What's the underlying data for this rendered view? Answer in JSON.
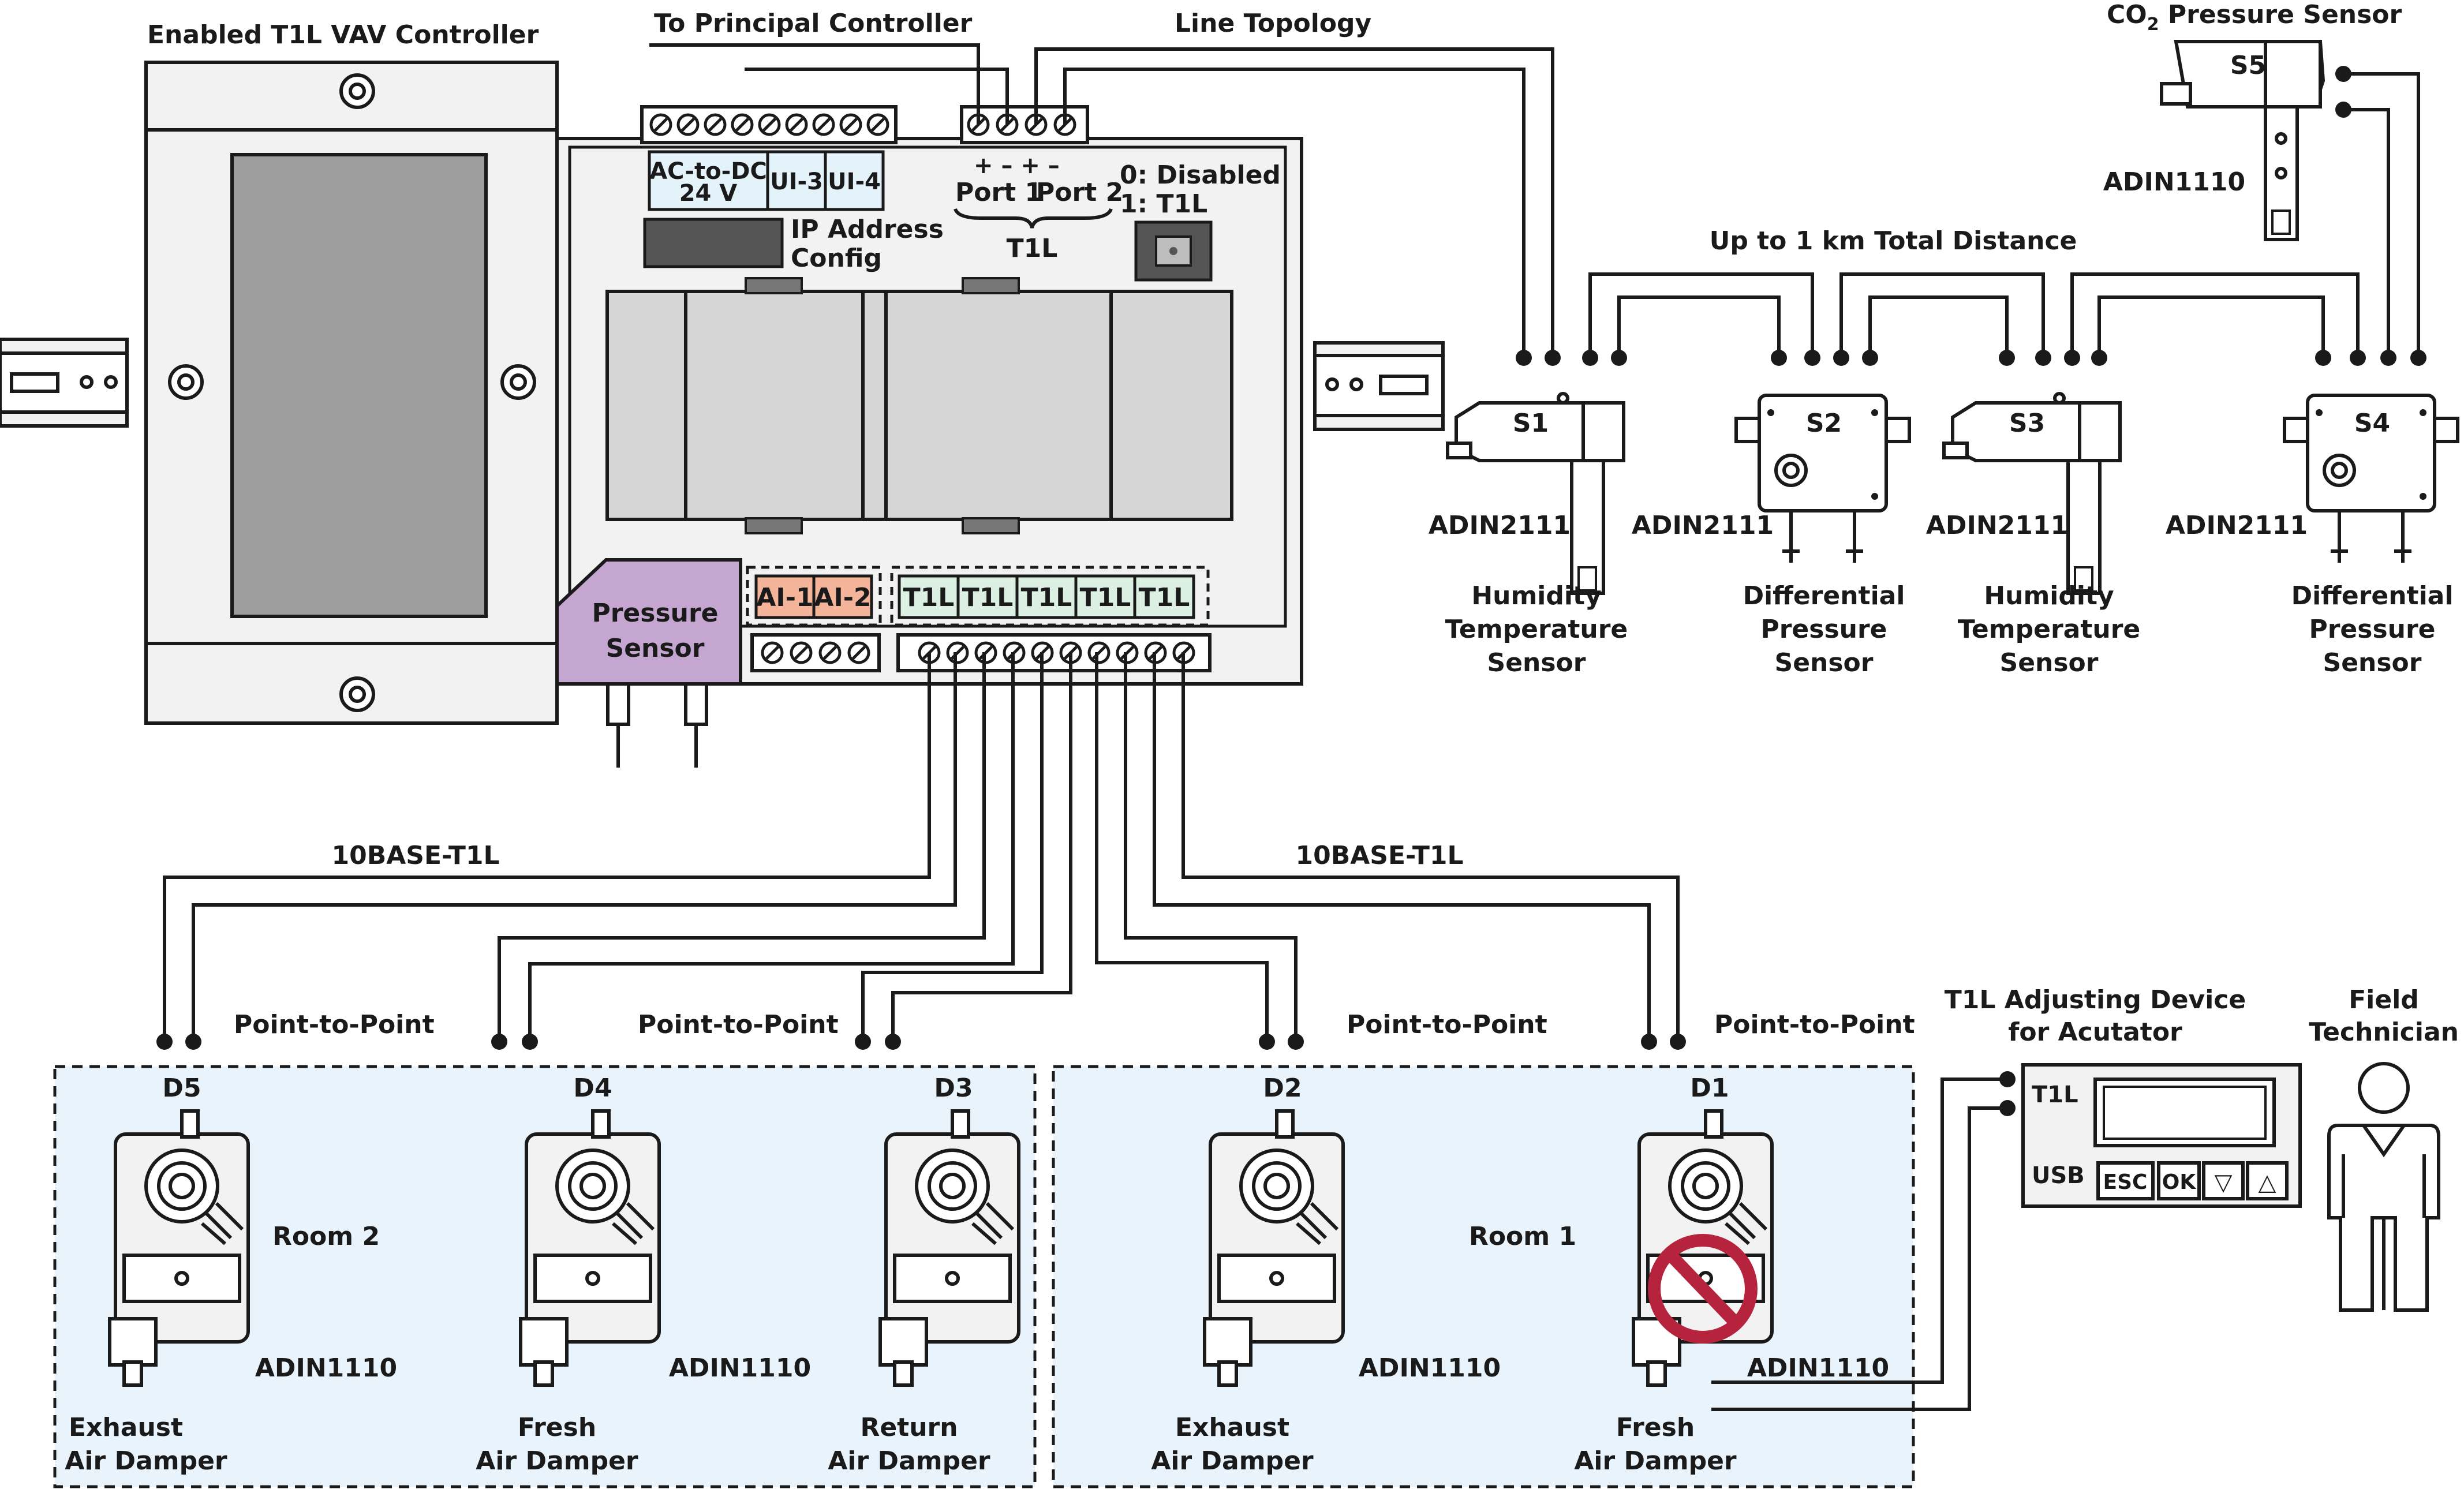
{
  "controller": {
    "title": "Enabled T1L VAV Controller",
    "ac_dc_line1": "AC-to-DC",
    "ac_dc_line2": "24 V",
    "ui3": "UI-3",
    "ui4": "UI-4",
    "ip_line1": "IP Address",
    "ip_line2": "Config",
    "port1": "Port 1",
    "port2": "Port 2",
    "port_polarity": "+ – + –",
    "t1l_group": "T1L",
    "switch_line1": "0: Disabled",
    "switch_line2": "1: T1L",
    "pressure_line1": "Pressure",
    "pressure_line2": "Sensor",
    "ai1": "AI-1",
    "ai2": "AI-2",
    "t1l_ports": [
      "T1L",
      "T1L",
      "T1L",
      "T1L",
      "T1L"
    ]
  },
  "top_labels": {
    "principal": "To Principal Controller",
    "line_topology": "Line Topology",
    "distance": "Up to 1 km Total Distance"
  },
  "sensors": [
    {
      "id": "S1",
      "chip": "ADIN2111",
      "lines": [
        "Humidity",
        "Temperature",
        "Sensor"
      ]
    },
    {
      "id": "S2",
      "chip": "ADIN2111",
      "lines": [
        "Differential",
        "Pressure",
        "Sensor"
      ]
    },
    {
      "id": "S3",
      "chip": "ADIN2111",
      "lines": [
        "Humidity",
        "Temperature",
        "Sensor"
      ]
    },
    {
      "id": "S4",
      "chip": "ADIN2111",
      "lines": [
        "Differential",
        "Pressure",
        "Sensor"
      ]
    }
  ],
  "co2_sensor": {
    "id": "S5",
    "title_main": "CO",
    "title_sub": "2",
    "title_rest": " Pressure Sensor",
    "chip": "ADIN1110"
  },
  "links": {
    "left": "10BASE-T1L",
    "right": "10BASE-T1L",
    "p2p": [
      "Point-to-Point",
      "Point-to-Point",
      "Point-to-Point",
      "Point-to-Point"
    ]
  },
  "rooms": {
    "room2": "Room 2",
    "room1": "Room 1"
  },
  "dampers": [
    {
      "id": "D5",
      "chip": "",
      "lines": [
        "Exhaust",
        "Air Damper"
      ]
    },
    {
      "id": "D4",
      "chip": "ADIN1110",
      "lines": [
        "Fresh",
        "Air Damper"
      ]
    },
    {
      "id": "D3",
      "chip": "",
      "lines": [
        "Return",
        "Air Damper"
      ]
    },
    {
      "id": "D2",
      "chip": "ADIN1110",
      "lines": [
        "Exhaust",
        "Air Damper"
      ]
    },
    {
      "id": "D1",
      "chip": "ADIN1110",
      "lines": [
        "Fresh",
        "Air Damper"
      ]
    }
  ],
  "room2_chip": "ADIN1110",
  "adjuster": {
    "title_line1": "T1L Adjusting Device",
    "title_line2": "for Acutator",
    "t1l": "T1L",
    "usb": "USB",
    "esc": "ESC",
    "ok": "OK",
    "down": "▽",
    "up": "△"
  },
  "technician": {
    "line1": "Field",
    "line2": "Technician"
  },
  "colors": {
    "t1l_green": "#dcefe3",
    "ai_orange": "#f4b49a",
    "pressure_purple": "#c4a6d1",
    "room_blue": "#e8f3fb",
    "ui_blue": "#e4f2fa",
    "disabled_red": "#b5243c"
  }
}
